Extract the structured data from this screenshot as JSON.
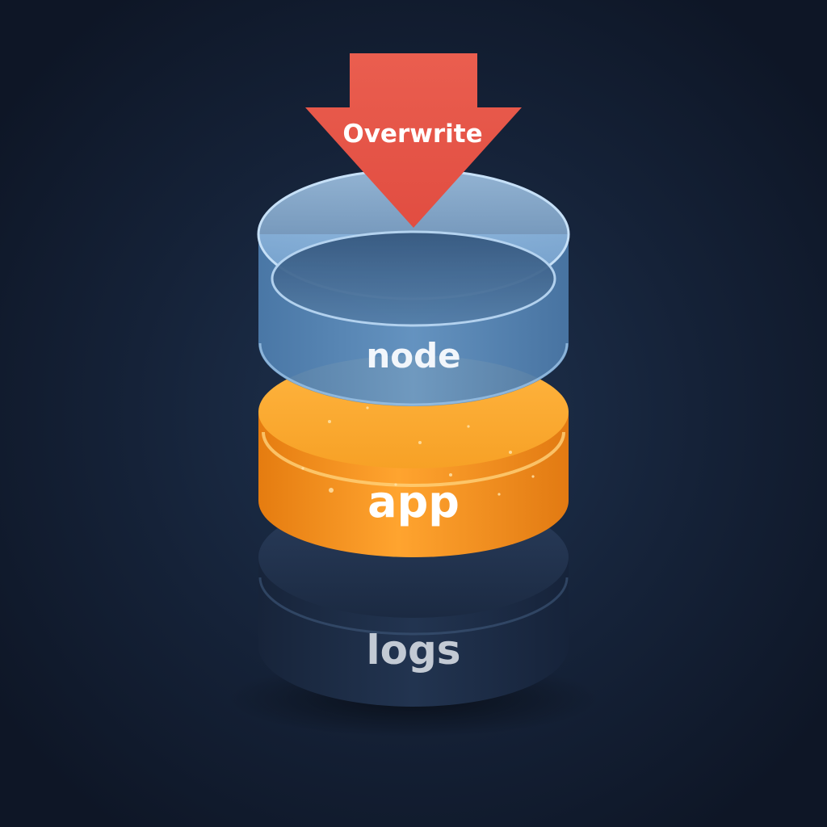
{
  "arrow": {
    "label": "Overwrite",
    "color": "#e8584a"
  },
  "layers": [
    {
      "id": "node",
      "label": "node",
      "color": "#5b88b8",
      "text_color": "#f2f6fb"
    },
    {
      "id": "app",
      "label": "app",
      "color": "#f5961e",
      "text_color": "#ffffff"
    },
    {
      "id": "logs",
      "label": "logs",
      "color": "#1f2f47",
      "text_color": "#c3cad4"
    }
  ],
  "colors": {
    "background": "#111a2b"
  }
}
